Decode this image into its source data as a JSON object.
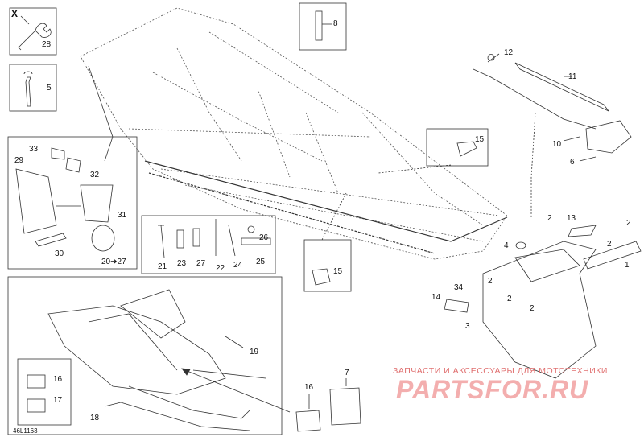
{
  "diagram": {
    "set_label": "X",
    "drawing_code": "46L1163",
    "callouts": {
      "c28": "28",
      "c5": "5",
      "c8": "8",
      "c12": "12",
      "c11": "11",
      "c15a": "15",
      "c10": "10",
      "c6": "6",
      "c33": "33",
      "c29": "29",
      "c32": "32",
      "c31": "31",
      "c30": "30",
      "c20": "20➔27",
      "c21": "21",
      "c23": "23",
      "c27": "27",
      "c22": "22",
      "c24": "24",
      "c26": "26",
      "c25": "25",
      "c15b": "15",
      "c13": "13",
      "c2a": "2",
      "c2b": "2",
      "c2c": "2",
      "c2d": "2",
      "c2e": "2",
      "c2f": "2",
      "c4": "4",
      "c1": "1",
      "c34": "34",
      "c14": "14",
      "c3": "3",
      "c19": "19",
      "c16a": "16",
      "c17": "17",
      "c18": "18",
      "c16b": "16",
      "c7": "7"
    }
  },
  "watermark": {
    "line1": "ЗАПЧАСТИ И АКСЕССУАРЫ ДЛЯ МОТОТЕХНИКИ",
    "line2": "PARTSFOR.RU"
  },
  "colors": {
    "line": "#333333",
    "frame": "#555555",
    "watermark": "#e07070"
  }
}
